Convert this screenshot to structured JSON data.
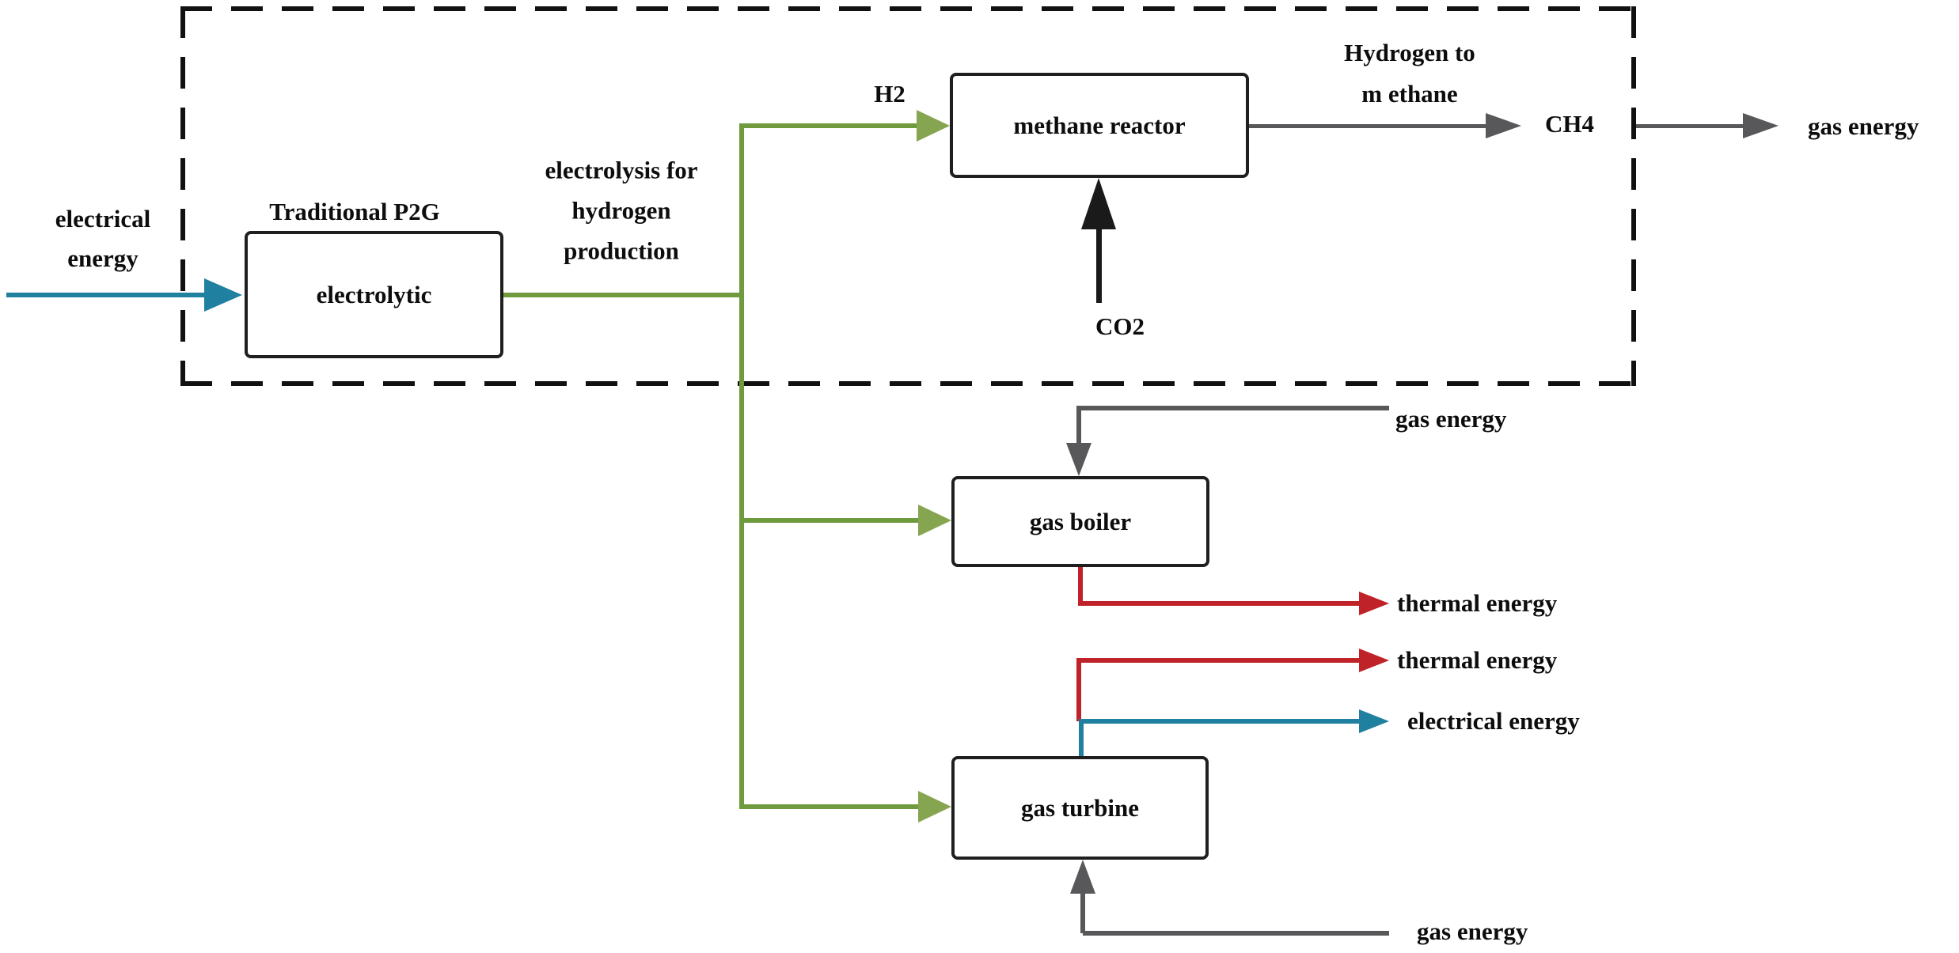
{
  "diagram": {
    "title_group": "Traditional P2G",
    "colors": {
      "electrical_flow": "#20809f",
      "hydrogen_flow": "#6f9b3e",
      "gas_flow": "#58585a",
      "thermal_flow": "#bf2228",
      "co2_flow": "#1a1a1a",
      "box_border": "#1f1f1f",
      "dashed_border": "#111111"
    },
    "nodes": {
      "electrolytic": {
        "label": "electrolytic"
      },
      "methane_reactor": {
        "label": "methane reactor"
      },
      "gas_boiler": {
        "label": "gas boiler"
      },
      "gas_turbine": {
        "label": "gas turbine"
      }
    },
    "labels": {
      "input_electrical_line1": "electrical",
      "input_electrical_line2": "energy",
      "traditional_p2g": "Traditional P2G",
      "electrolysis_line1": "electrolysis for",
      "electrolysis_line2": "hydrogen",
      "electrolysis_line3": "production",
      "h2": "H2",
      "co2": "CO2",
      "hydrogen_to_methane_line1": "Hydrogen to",
      "hydrogen_to_methane_line2": "m ethane",
      "ch4": "CH4",
      "gas_energy_out": "gas energy",
      "gas_energy_boiler_in": "gas energy",
      "thermal_energy_boiler": "thermal energy",
      "thermal_energy_turbine": "thermal energy",
      "electrical_energy_turbine": "electrical energy",
      "gas_energy_turbine_in": "gas energy"
    },
    "edges": [
      {
        "from": "grid",
        "to": "electrolytic",
        "carries": "electrical energy",
        "color": "#20809f"
      },
      {
        "from": "electrolytic",
        "to": "methane_reactor",
        "carries": "H2",
        "color": "#6f9b3e"
      },
      {
        "from": "electrolytic",
        "to": "gas_boiler",
        "carries": "H2",
        "color": "#6f9b3e"
      },
      {
        "from": "electrolytic",
        "to": "gas_turbine",
        "carries": "H2",
        "color": "#6f9b3e"
      },
      {
        "from": "co2_source",
        "to": "methane_reactor",
        "carries": "CO2",
        "color": "#1a1a1a"
      },
      {
        "from": "methane_reactor",
        "to": "gas_network",
        "carries": "CH4 / gas energy",
        "color": "#58585a"
      },
      {
        "from": "gas_network",
        "to": "gas_boiler",
        "carries": "gas energy",
        "color": "#58585a"
      },
      {
        "from": "gas_boiler",
        "to": "heat_load",
        "carries": "thermal energy",
        "color": "#bf2228"
      },
      {
        "from": "gas_turbine",
        "to": "heat_load",
        "carries": "thermal energy",
        "color": "#bf2228"
      },
      {
        "from": "gas_turbine",
        "to": "electric_load",
        "carries": "electrical energy",
        "color": "#20809f"
      },
      {
        "from": "gas_network",
        "to": "gas_turbine",
        "carries": "gas energy",
        "color": "#58585a"
      }
    ]
  }
}
